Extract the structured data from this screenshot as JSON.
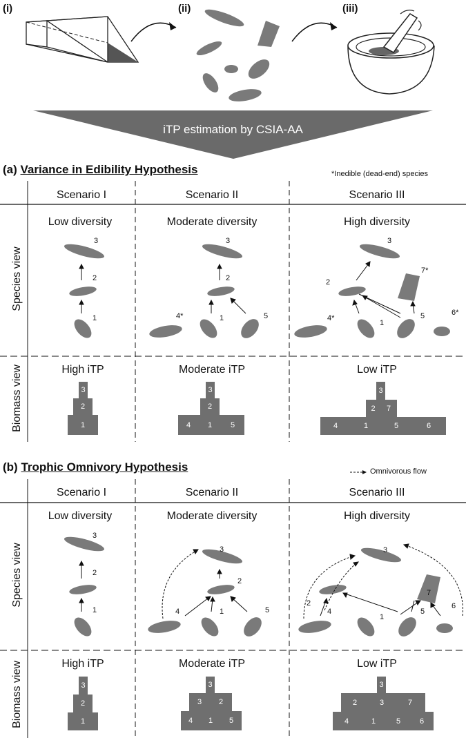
{
  "steps": [
    "(i)",
    "(ii)",
    "(iii)"
  ],
  "banner": "iTP estimation by CSIA-AA",
  "sections": [
    {
      "prefix": "(a)",
      "title": "Variance in Edibility Hypothesis",
      "note": "*Inedible (dead-end) species",
      "scenarios": [
        "Scenario I",
        "Scenario II",
        "Scenario III"
      ],
      "diversity": [
        "Low diversity",
        "Moderate diversity",
        "High diversity"
      ],
      "species_view": "Species view",
      "biomass_view": "Biomass view",
      "itp": [
        "High iTP",
        "Moderate iTP",
        "Low iTP"
      ],
      "species_labels": {
        "s1": [
          "3",
          "2",
          "1"
        ],
        "s2": [
          "3",
          "2",
          "4*",
          "1",
          "5"
        ],
        "s3": [
          "3",
          "2",
          "7*",
          "4*",
          "1",
          "5",
          "6*"
        ]
      },
      "pyramids": {
        "s1": [
          "3",
          "2",
          "1"
        ],
        "s2": [
          "3",
          "2",
          "4",
          "1",
          "5"
        ],
        "s3": [
          "3",
          "2",
          "7",
          "4",
          "1",
          "5",
          "6"
        ]
      }
    },
    {
      "prefix": "(b)",
      "title": "Trophic Omnivory Hypothesis",
      "note": "Omnivorous flow",
      "scenarios": [
        "Scenario I",
        "Scenario II",
        "Scenario III"
      ],
      "diversity": [
        "Low diversity",
        "Moderate diversity",
        "High diversity"
      ],
      "species_view": "Species view",
      "biomass_view": "Biomass view",
      "itp": [
        "High iTP",
        "Moderate iTP",
        "Low iTP"
      ],
      "species_labels": {
        "s1": [
          "3",
          "2",
          "1"
        ],
        "s2": [
          "3",
          "2",
          "4",
          "1",
          "5"
        ],
        "s3": [
          "3",
          "2",
          "7",
          "4",
          "1",
          "5",
          "6"
        ]
      },
      "pyramids": {
        "s1": [
          "3",
          "2",
          "1"
        ],
        "s2": [
          "3",
          "3",
          "2",
          "4",
          "1",
          "5"
        ],
        "s3": [
          "3",
          "2",
          "3",
          "7",
          "4",
          "1",
          "5",
          "6"
        ]
      }
    }
  ],
  "colors": {
    "organism": "#7a7a7a",
    "block": "#6f6f6f",
    "banner": "#6a6a6a"
  }
}
